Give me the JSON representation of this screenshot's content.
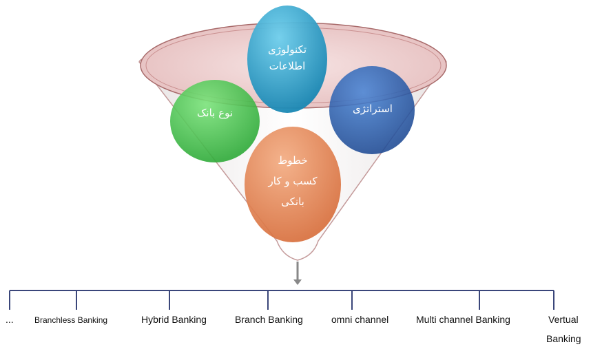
{
  "funnel": {
    "bubbles": [
      {
        "id": "it",
        "lines": [
          "تکنولوژی",
          "اطلاعات"
        ],
        "color": "#2aa0c8"
      },
      {
        "id": "bank_type",
        "lines": [
          "نوع بانک"
        ],
        "color": "#3cc43c"
      },
      {
        "id": "strategy",
        "lines": [
          "استراتژی"
        ],
        "color": "#2a5aa8"
      },
      {
        "id": "business_lines",
        "lines": [
          "خطوط",
          "کسب و کار",
          "بانکی"
        ],
        "color": "#e8885a"
      }
    ]
  },
  "categories": {
    "items": [
      {
        "id": "ellipsis",
        "label": "..."
      },
      {
        "id": "branchless",
        "label": "Branchless Banking"
      },
      {
        "id": "hybrid",
        "label": "Hybrid Banking"
      },
      {
        "id": "branch",
        "label": "Branch Banking"
      },
      {
        "id": "omni",
        "label": "omni channel"
      },
      {
        "id": "multi",
        "label": "Multi channel Banking"
      },
      {
        "id": "vertual",
        "label": "Vertual",
        "label2": "Banking"
      }
    ]
  }
}
